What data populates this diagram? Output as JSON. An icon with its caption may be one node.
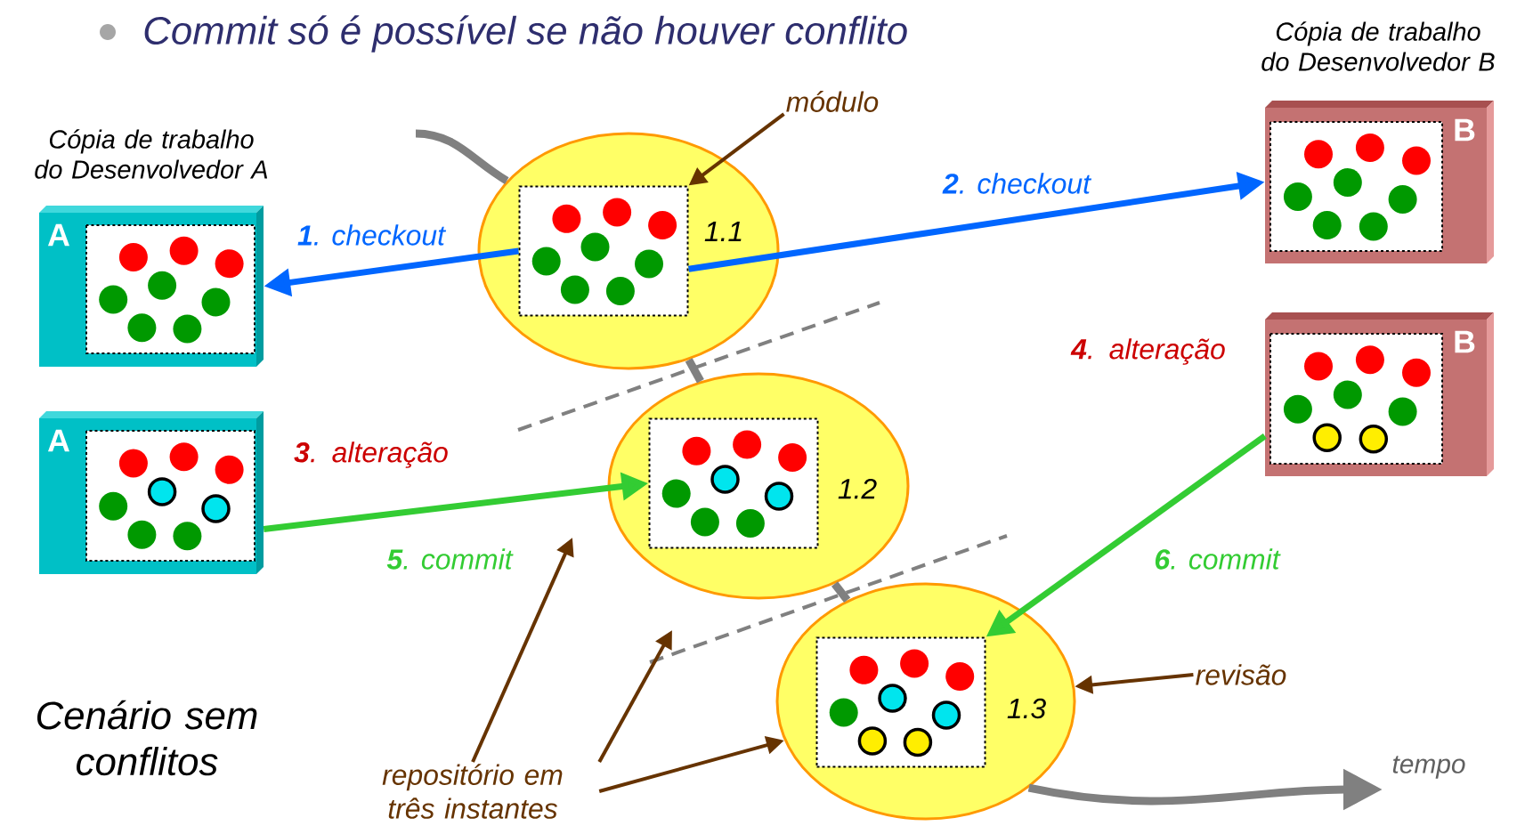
{
  "diagram": {
    "title": "Commit só é possível se não houver conflito",
    "nodes": [
      {
        "text": [
          "1.1"
        ]
      },
      {
        "text": [],
        "shape": "box",
        "in": 0
      },
      {
        "text": [
          "1.2"
        ]
      },
      {
        "text": [],
        "shape": "box",
        "in": 2
      },
      {
        "text": [
          "1.3"
        ]
      },
      {
        "text": [],
        "shape": "box",
        "in": 4
      },
      {
        "text": [
          "A"
        ],
        "beside": [
          "Cópia de trabalho do Desenvolvedor A"
        ]
      },
      {
        "text": [
          "A"
        ],
        "beside": [
          "**3**. alteração"
        ]
      },
      {
        "text": [
          "B"
        ],
        "beside": [
          "Cópia de trabalho do Desenvolvedor B"
        ]
      },
      {
        "text": [
          "B"
        ],
        "beside": [
          "**4**. alteração"
        ]
      },
      {
        "text": [
          "módulo"
        ]
      },
      {
        "text": [
          "revisão"
        ]
      },
      {
        "text": [
          "repositório em três instantes"
        ]
      }
    ],
    "edges": [
      {
        "from": 1,
        "to": 6,
        "arrow": "to",
        "label": "**1**. checkout",
        "color": "#0066ff"
      },
      {
        "from": 1,
        "to": 8,
        "arrow": "to",
        "label": "**2**. checkout",
        "color": "#0066ff"
      },
      {
        "from": 7,
        "to": 3,
        "arrow": "to",
        "label": "**5**. commit",
        "color": "#33cc33"
      },
      {
        "from": 9,
        "to": 5,
        "arrow": "to",
        "label": "**6**. commit",
        "color": "#33cc33"
      },
      {
        "from": 10,
        "to": 1,
        "arrow": "to",
        "color": "#663300"
      },
      {
        "from": 11,
        "to": 4,
        "arrow": "to",
        "color": "#663300"
      },
      {
        "from": 12,
        "to": null,
        "arrow": "to",
        "color": "#663300"
      },
      {
        "from": 12,
        "to": null,
        "arrow": "to",
        "color": "#663300"
      },
      {
        "from": 12,
        "to": 4,
        "arrow": "to",
        "color": "#663300"
      },
      {
        "from": null,
        "to": 0,
        "arrow": "none",
        "color": "#808080"
      },
      {
        "from": 0,
        "to": 2,
        "arrow": "none",
        "color": "#808080"
      },
      {
        "from": 2,
        "to": 4,
        "arrow": "none",
        "color": "#808080"
      },
      {
        "from": 4,
        "to": null,
        "arrow": "to",
        "color": "#808080"
      }
    ],
    "labels": [
      "Cenário sem conflitos",
      "tempo"
    ]
  }
}
